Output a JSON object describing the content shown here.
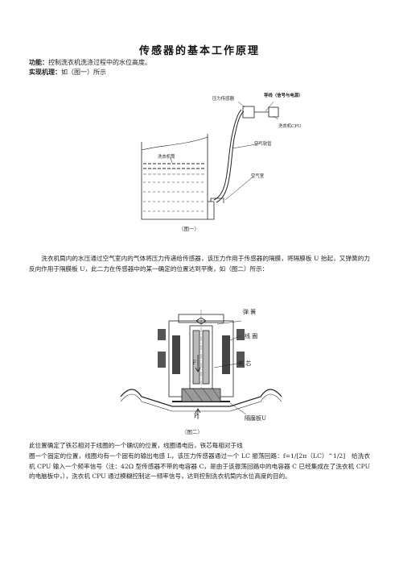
{
  "title": "传感器的基本工作原理",
  "function": {
    "label": "功能：",
    "text": "控制洗衣机洗涤过程中的水位高度。"
  },
  "mechanism": {
    "label": "实现机理：",
    "text": "如（图一）所示"
  },
  "figure1": {
    "labels": {
      "pressure_sensor": "压力传感器",
      "wire": "导线（信号与电源）",
      "cpu": "洗衣机CPU",
      "air_hose": "空气软管",
      "tub": "洗衣机筒",
      "air_chamber": "空气室"
    },
    "caption": "（图一）"
  },
  "paragraph1": "洗衣机筒内的水压通过空气室内的气体将压力传递给传感器，该压力作用于传感器的隔膜，将隔膜板 U 抬起，又弹簧的力反向作用于隔膜板 U，此二力在传感器中的某一确定的位置达到平衡，如（图二）所示：",
  "figure2": {
    "labels": {
      "spring": "弹 簧",
      "coil": "线 圈",
      "core": "铁 芯",
      "force_f": "F",
      "pressure_p": "P",
      "diaphragm": "隔膜板U"
    },
    "caption": "（图二）"
  },
  "paragraph2": {
    "line1": "此位置确定了铁芯相对于线圈的一个确切的位置，线圈通电后，铁芯每相对于线",
    "rest": "圈一个固定的位置，线圈均有一个固有的输出电感 L，该压力传感器通过一个 LC 振荡回路：f=1/[2π（LC）^1/2]　给洗衣机 CPU 输入一个频率信号（注：42Ω 型传感器不带的电容器 C，是由于该振荡回路中的电容器 C 已经集成在了洗衣机 CPU 的电脑板中，），洗衣机 CPU 通过模糊控制这一频率信号，达到控制洗衣机筒内水位高度的目的。"
  }
}
